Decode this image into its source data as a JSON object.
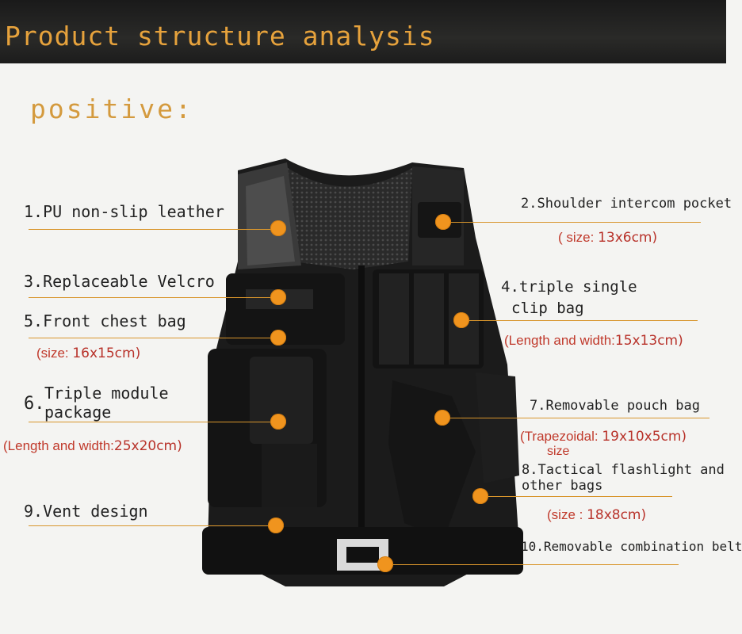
{
  "header": {
    "title": "Product structure analysis"
  },
  "section": {
    "title": "positive:"
  },
  "callouts": {
    "c1": {
      "label": "1.PU non-slip leather"
    },
    "c2": {
      "label": "2.Shoulder intercom pocket",
      "size_label": "( size: ",
      "size_value": "13x6cm)"
    },
    "c3": {
      "label": "3.Replaceable Velcro"
    },
    "c4": {
      "label_line1": "4.triple single",
      "label_line2": "clip bag",
      "size_label": "(Length and width:",
      "size_value": "15x13cm)"
    },
    "c5": {
      "label": "5.Front chest bag",
      "size_label": "(size: ",
      "size_value": "16x15cm)"
    },
    "c6": {
      "number": "6.",
      "label_line1": "Triple module",
      "label_line2": "package",
      "size_label": "(Length and width:",
      "size_value": "25x20cm)"
    },
    "c7": {
      "label": "7.Removable pouch bag",
      "size_label": "(Trapezoidal: ",
      "size_value": "19x10x5cm)",
      "size_line2": "size"
    },
    "c8": {
      "label_line1": "8.Tactical flashlight and",
      "label_line2": "other bags",
      "size_label": "(size : ",
      "size_value": "18x8cm)"
    },
    "c9": {
      "label": "9.Vent design"
    },
    "c10": {
      "label": "10.Removable combination belt"
    }
  },
  "colors": {
    "accent": "#f0941e",
    "header_bg": "#1f1f1f",
    "header_text": "#e6a23c",
    "size_text": "#c0392b"
  }
}
